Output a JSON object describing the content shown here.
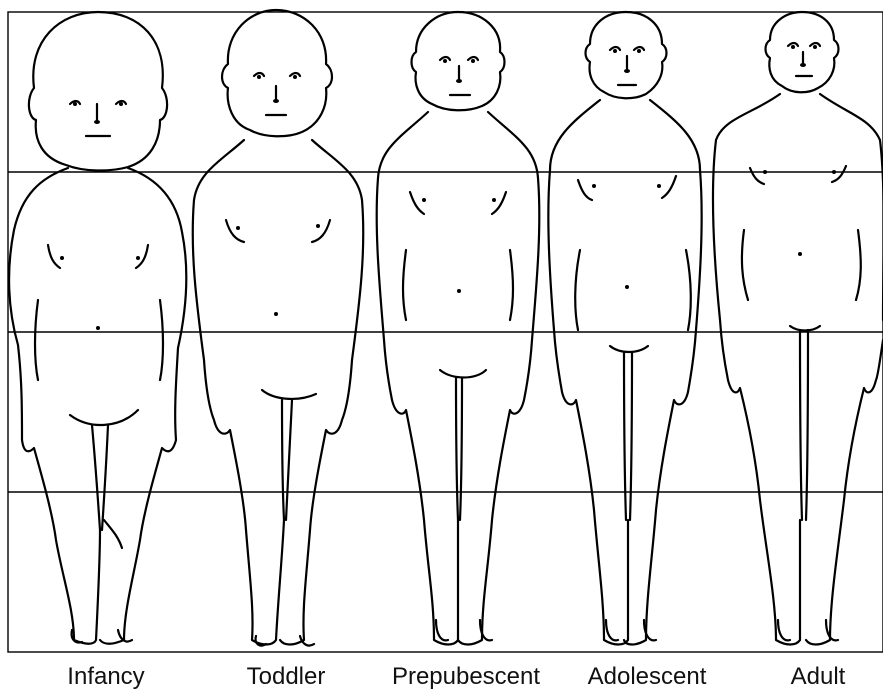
{
  "figures": [
    {
      "key": "infancy",
      "label": "Infancy"
    },
    {
      "key": "toddler",
      "label": "Toddler"
    },
    {
      "key": "prepubescent",
      "label": "Prepubescent"
    },
    {
      "key": "adolescent",
      "label": "Adolescent"
    },
    {
      "key": "adult",
      "label": "Adult"
    }
  ]
}
